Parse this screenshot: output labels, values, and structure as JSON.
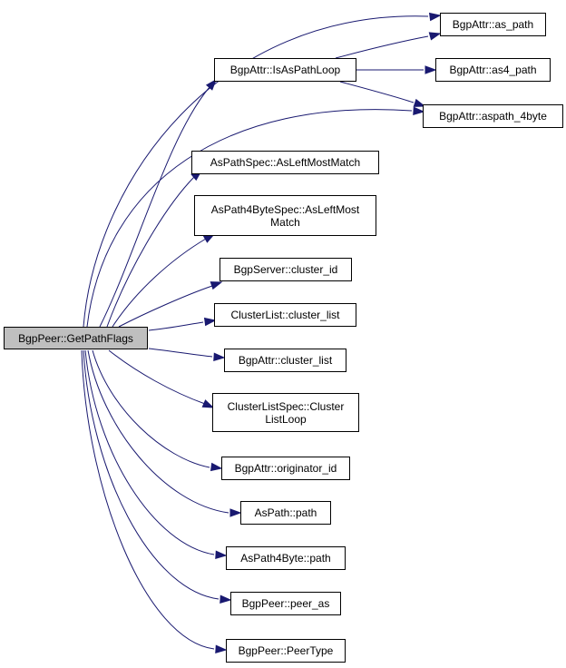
{
  "colors": {
    "edge": "#191970",
    "root_fill": "#bfbfbf",
    "node_fill": "#ffffff",
    "border": "#000000"
  },
  "nodes": {
    "root": {
      "label": "BgpPeer::GetPathFlags"
    },
    "as_path": {
      "label": "BgpAttr::as_path"
    },
    "isloop": {
      "label": "BgpAttr::IsAsPathLoop"
    },
    "as4_path": {
      "label": "BgpAttr::as4_path"
    },
    "aspath4": {
      "label": "BgpAttr::aspath_4byte"
    },
    "aslm": {
      "label": "AsPathSpec::AsLeftMostMatch"
    },
    "as4lm": {
      "line1": "AsPath4ByteSpec::AsLeftMost",
      "line2": "Match"
    },
    "clusterid": {
      "label": "BgpServer::cluster_id"
    },
    "cl_cl": {
      "label": "ClusterList::cluster_list"
    },
    "ba_cl": {
      "label": "BgpAttr::cluster_list"
    },
    "clloop": {
      "line1": "ClusterListSpec::Cluster",
      "line2": "ListLoop"
    },
    "orig": {
      "label": "BgpAttr::originator_id"
    },
    "aspath": {
      "label": "AsPath::path"
    },
    "as4path": {
      "label": "AsPath4Byte::path"
    },
    "peeras": {
      "label": "BgpPeer::peer_as"
    },
    "peertype": {
      "label": "BgpPeer::PeerType"
    }
  }
}
